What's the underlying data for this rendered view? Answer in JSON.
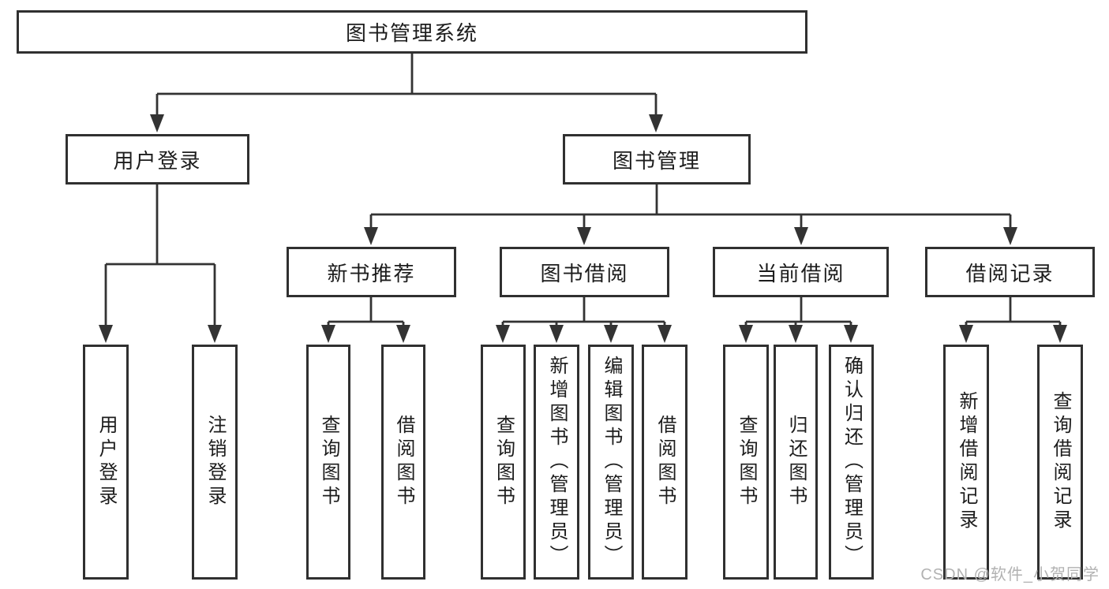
{
  "diagram": {
    "type": "tree",
    "root": {
      "label": "图书管理系统",
      "children": [
        {
          "label": "用户登录",
          "children": [
            {
              "label": "用户登录"
            },
            {
              "label": "注销登录"
            }
          ]
        },
        {
          "label": "图书管理",
          "children": [
            {
              "label": "新书推荐",
              "children": [
                {
                  "label": "查询图书"
                },
                {
                  "label": "借阅图书"
                }
              ]
            },
            {
              "label": "图书借阅",
              "children": [
                {
                  "label": "查询图书"
                },
                {
                  "label": "新增图书（管理员）"
                },
                {
                  "label": "编辑图书（管理员）"
                },
                {
                  "label": "借阅图书"
                }
              ]
            },
            {
              "label": "当前借阅",
              "children": [
                {
                  "label": "查询图书"
                },
                {
                  "label": "归还图书"
                },
                {
                  "label": "确认归还（管理员）"
                }
              ]
            },
            {
              "label": "借阅记录",
              "children": [
                {
                  "label": "新增借阅记录"
                },
                {
                  "label": "查询借阅记录"
                }
              ]
            }
          ]
        }
      ]
    }
  },
  "watermark": "CSDN @软件_小贺同学",
  "colors": {
    "line": "#333333",
    "box_border": "#303030",
    "text": "#1c1c1c",
    "watermark": "#b2b2b2",
    "background": "#ffffff"
  }
}
